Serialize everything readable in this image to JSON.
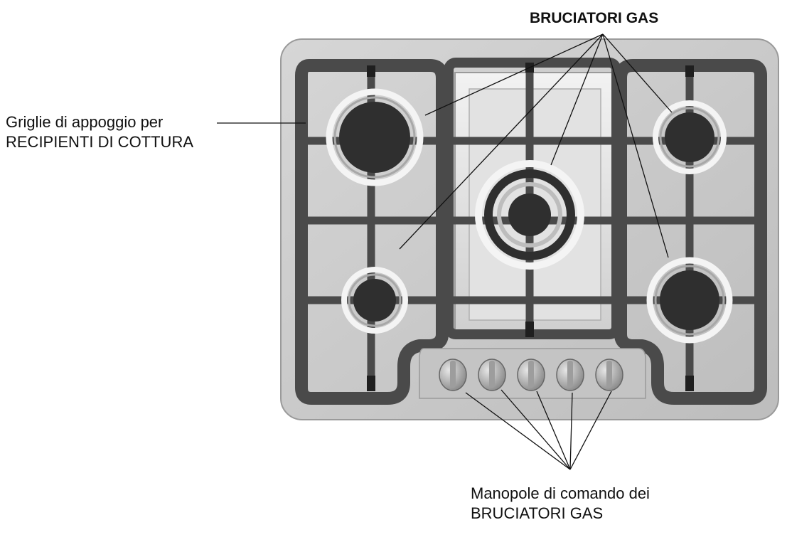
{
  "labels": {
    "burners_title": "BRUCIATORI GAS",
    "grates_line1": "Griglie di appoggio per",
    "grates_line2": "RECIPIENTI DI COTTURA",
    "knobs_line1": "Manopole di comando dei",
    "knobs_line2": "BRUCIATORI GAS"
  },
  "colors": {
    "panel": "#c9c9c9",
    "grate": "#4a4a4a",
    "burner": "#2f2f2f",
    "leader_line": "#111111"
  }
}
